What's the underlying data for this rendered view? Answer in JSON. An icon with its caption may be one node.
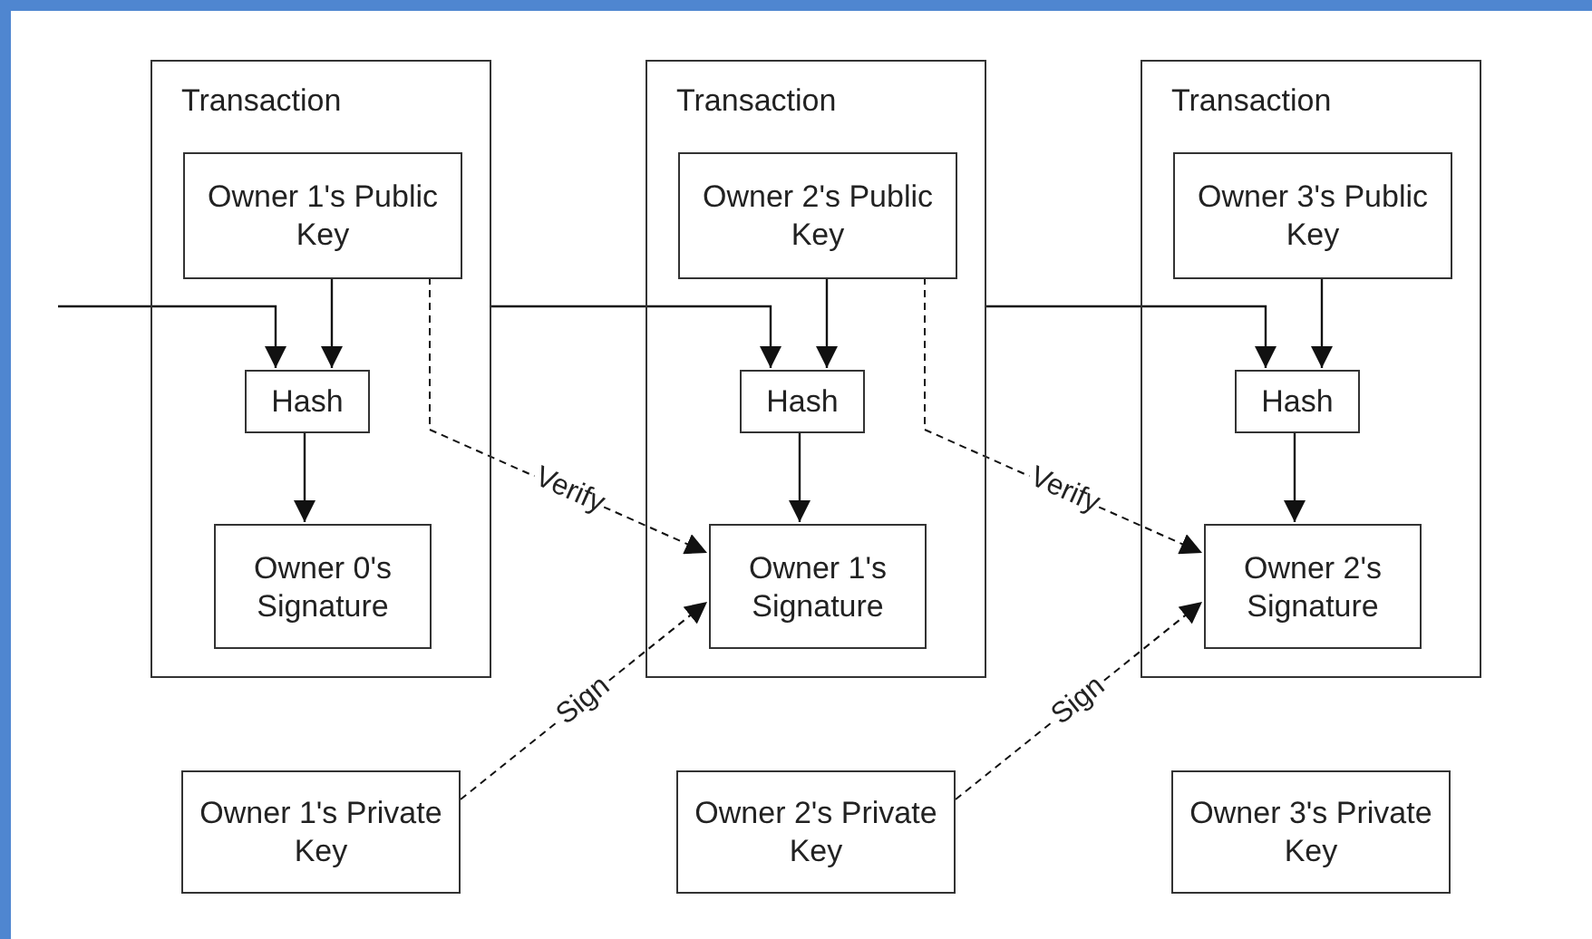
{
  "diagram": {
    "nodes": [
      {
        "text": [
          "Transaction"
        ]
      },
      {
        "text": [
          "Owner 1's Public Key"
        ],
        "in": 0
      },
      {
        "text": [
          "Hash"
        ],
        "in": 0
      },
      {
        "text": [
          "Owner 0's Signature"
        ],
        "in": 0
      },
      {
        "text": [
          "Transaction"
        ]
      },
      {
        "text": [
          "Owner 2's Public Key"
        ],
        "in": 4
      },
      {
        "text": [
          "Hash"
        ],
        "in": 4
      },
      {
        "text": [
          "Owner 1's Signature"
        ],
        "in": 4
      },
      {
        "text": [
          "Transaction"
        ]
      },
      {
        "text": [
          "Owner 3's Public Key"
        ],
        "in": 8
      },
      {
        "text": [
          "Hash"
        ],
        "in": 8
      },
      {
        "text": [
          "Owner 2's Signature"
        ],
        "in": 8
      },
      {
        "text": [
          "Owner 1's Private Key"
        ]
      },
      {
        "text": [
          "Owner 2's Private Key"
        ]
      },
      {
        "text": [
          "Owner 3's Private Key"
        ]
      }
    ],
    "edges": [
      {
        "from": null,
        "to": 2,
        "arrow": "to"
      },
      {
        "from": 1,
        "to": 2,
        "arrow": "to"
      },
      {
        "from": 2,
        "to": 3,
        "arrow": "to"
      },
      {
        "from": 0,
        "to": 6,
        "arrow": "to"
      },
      {
        "from": 5,
        "to": 6,
        "arrow": "to"
      },
      {
        "from": 6,
        "to": 7,
        "arrow": "to"
      },
      {
        "from": 4,
        "to": 10,
        "arrow": "to"
      },
      {
        "from": 9,
        "to": 10,
        "arrow": "to"
      },
      {
        "from": 10,
        "to": 11,
        "arrow": "to"
      },
      {
        "from": 1,
        "to": 7,
        "arrow": "to",
        "label": "Verify",
        "style": "dashed"
      },
      {
        "from": 12,
        "to": 7,
        "arrow": "to",
        "label": "Sign",
        "style": "dashed"
      },
      {
        "from": 5,
        "to": 11,
        "arrow": "to",
        "label": "Verify",
        "style": "dashed"
      },
      {
        "from": 13,
        "to": 11,
        "arrow": "to",
        "label": "Sign",
        "style": "dashed"
      }
    ]
  }
}
